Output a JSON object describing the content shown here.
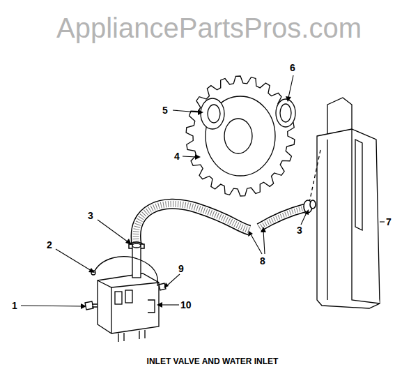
{
  "diagram": {
    "caption": "INLET VALVE AND WATER INLET",
    "labels": [
      "AppliancePartsPros.com",
      "5",
      "6",
      "4",
      "3",
      "7",
      "3",
      "2",
      "9",
      "8",
      "1",
      "10"
    ]
  }
}
